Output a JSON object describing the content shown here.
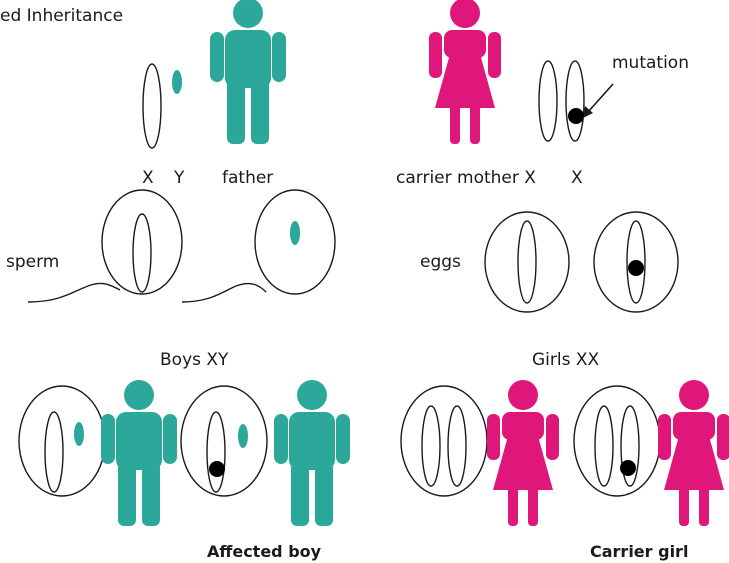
{
  "title": "ed Inheritance",
  "labels": {
    "x1": "X",
    "y1": "Y",
    "father": "father",
    "carrier_mother": "carrier mother X",
    "x2": "X",
    "mutation": "mutation",
    "sperm": "sperm",
    "eggs": "eggs",
    "boys": "Boys XY",
    "girls": "Girls XX",
    "affected_boy": "Affected boy",
    "carrier_girl": "Carrier girl"
  },
  "colors": {
    "male": "#2ba89a",
    "female": "#e0177a",
    "mutation": "#000000"
  }
}
